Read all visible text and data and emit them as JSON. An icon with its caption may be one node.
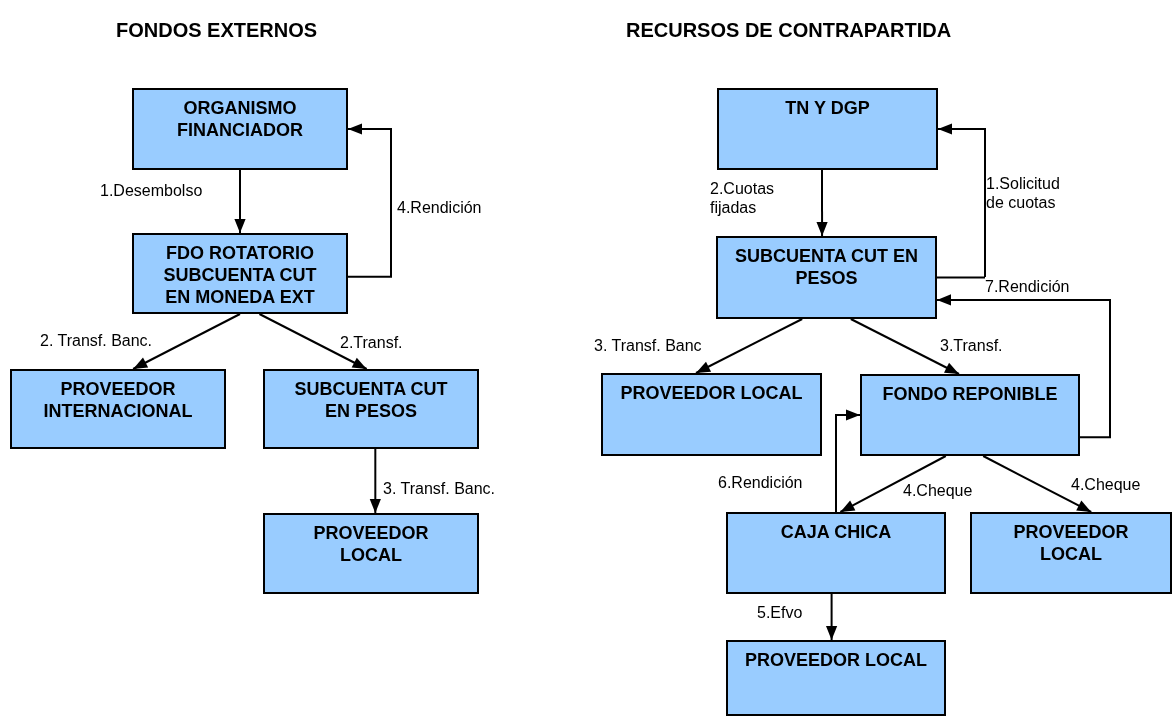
{
  "diagram": {
    "nodes": [
      {
        "text": [
          "ORGANISMO FINANCIADOR"
        ]
      },
      {
        "text": [
          "FDO ROTATORIO SUBCUENTA CUT EN MONEDA EXT"
        ]
      },
      {
        "text": [
          "PROVEEDOR INTERNACIONAL"
        ]
      },
      {
        "text": [
          "SUBCUENTA CUT EN PESOS"
        ]
      },
      {
        "text": [
          "PROVEEDOR LOCAL"
        ]
      },
      {
        "text": [
          "TN Y DGP"
        ]
      },
      {
        "text": [
          "SUBCUENTA CUT EN PESOS"
        ]
      },
      {
        "text": [
          "PROVEEDOR LOCAL"
        ]
      },
      {
        "text": [
          "FONDO REPONIBLE"
        ]
      },
      {
        "text": [
          "CAJA CHICA"
        ]
      },
      {
        "text": [
          "PROVEEDOR LOCAL"
        ]
      },
      {
        "text": [
          "PROVEEDOR LOCAL"
        ]
      }
    ],
    "edges": [
      {
        "from": 0,
        "to": 1,
        "arrow": "to",
        "label": "1.Desembolso"
      },
      {
        "from": 1,
        "to": 0,
        "arrow": "to",
        "label": "4.Rendición"
      },
      {
        "from": 1,
        "to": 2,
        "arrow": "to",
        "label": "2. Transf. Banc."
      },
      {
        "from": 1,
        "to": 3,
        "arrow": "to",
        "label": "2.Transf."
      },
      {
        "from": 3,
        "to": 4,
        "arrow": "to",
        "label": "3. Transf. Banc."
      },
      {
        "from": 6,
        "to": 5,
        "arrow": "to",
        "label": "1.Solicitud de cuotas"
      },
      {
        "from": 5,
        "to": 6,
        "arrow": "to",
        "label": "2.Cuotas fijadas"
      },
      {
        "from": 6,
        "to": 7,
        "arrow": "to",
        "label": "3. Transf. Banc"
      },
      {
        "from": 6,
        "to": 8,
        "arrow": "to",
        "label": "3.Transf."
      },
      {
        "from": 8,
        "to": 6,
        "arrow": "to",
        "label": "7.Rendición"
      },
      {
        "from": 9,
        "to": 8,
        "arrow": "to",
        "label": "6.Rendición"
      },
      {
        "from": 8,
        "to": 9,
        "arrow": "to",
        "label": "4.Cheque"
      },
      {
        "from": 8,
        "to": 10,
        "arrow": "to",
        "label": "4.Cheque"
      },
      {
        "from": 9,
        "to": 11,
        "arrow": "to",
        "label": "5.Efvo"
      }
    ],
    "labels": [
      "FONDOS EXTERNOS",
      "RECURSOS DE CONTRAPARTIDA"
    ]
  }
}
